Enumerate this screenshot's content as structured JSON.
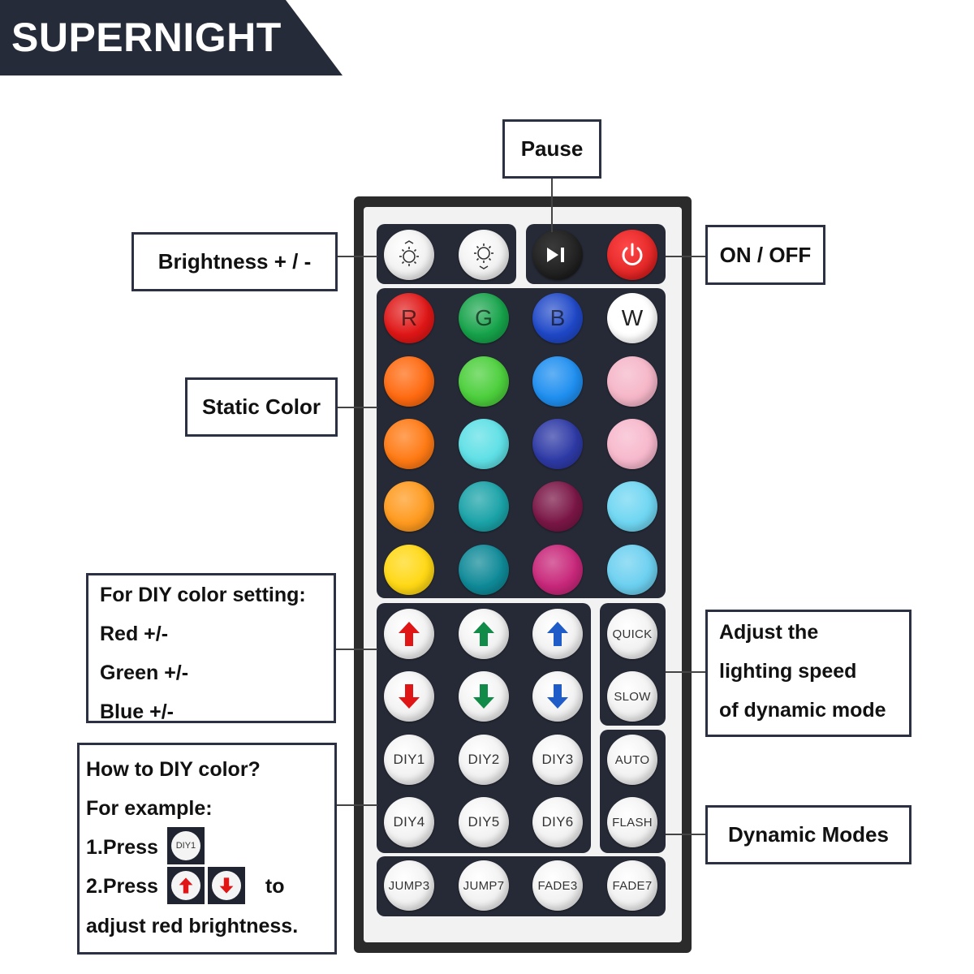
{
  "brand": "SUPERNIGHT",
  "labels": {
    "pause": "Pause",
    "brightness": "Brightness + / -",
    "on_off": "ON / OFF",
    "static_color": "Static Color",
    "diy_setting": [
      "For DIY color setting:",
      "Red +/-",
      "Green +/-",
      "Blue +/-"
    ],
    "speed": [
      "Adjust the",
      "lighting speed",
      "of dynamic mode"
    ],
    "dynamic_modes": "Dynamic Modes",
    "how_to": {
      "line1": "How to DIY color?",
      "line2": "For example:",
      "line3": "1.Press",
      "line4": "2.Press",
      "line4_suffix": "to",
      "line5": "adjust red brightness.",
      "key_label": "DIY1"
    }
  },
  "remote": {
    "rgbw": [
      "R",
      "G",
      "B",
      "W"
    ],
    "rgbw_colors": [
      "#e01616",
      "#16a34a",
      "#1f48c8",
      "#ffffff"
    ],
    "static_colors": [
      [
        "#ff6a10",
        "#4ccf3c",
        "#1f8ff0",
        "#f5b6c8"
      ],
      [
        "#ff7a14",
        "#5ee0e6",
        "#2e3aa6",
        "#f7b8cc"
      ],
      [
        "#ff9a1e",
        "#1aa3a8",
        "#7a1646",
        "#6fd6f2"
      ],
      [
        "#ffd814",
        "#0f8a98",
        "#c8277a",
        "#6cd0f0"
      ]
    ],
    "arrow_colors": {
      "red": "#e01616",
      "green": "#128a48",
      "blue": "#1f5cc8"
    },
    "speed_buttons": [
      "QUICK",
      "SLOW"
    ],
    "diy_buttons": [
      "DIY1",
      "DIY2",
      "DIY3",
      "DIY4",
      "DIY5",
      "DIY6"
    ],
    "mode_buttons": [
      "AUTO",
      "FLASH"
    ],
    "bottom_buttons": [
      "JUMP3",
      "JUMP7",
      "FADE3",
      "FADE7"
    ]
  }
}
